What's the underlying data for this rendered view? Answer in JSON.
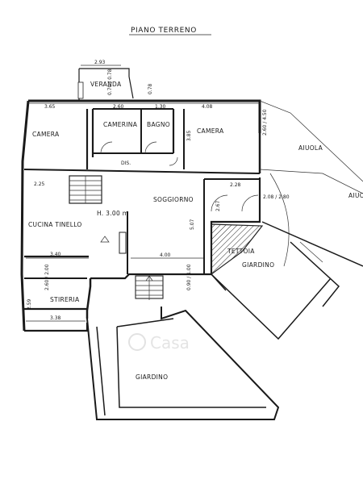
{
  "title": "PIANO TERRENO",
  "watermark": "Casa",
  "rooms": {
    "veranda": "VERANDA",
    "camera_left": "CAMERA",
    "cameretta": "CAMERINA",
    "bagno": "BAGNO",
    "camera_right": "CAMERA",
    "aiuola_1": "AIUOLA",
    "aiuola_2": "AIUO",
    "soggiorno": "SOGGIORNO",
    "cucina": "CUCINA TINELLO",
    "tettoia": "TETTOIA",
    "giardino_1": "GIARDINO",
    "stireria": "STIRERIA",
    "giardino_2": "GIARDINO",
    "disimpegno": "DIS."
  },
  "dimensions": {
    "veranda_width": "2.93",
    "camera_left_width": "3.65",
    "cameretta_width": "2.60",
    "bagno_width": "1.30",
    "camera_right_width": "4.08",
    "camera_right_height": "2.60 / 4.50",
    "camera_right_depth": "3.85",
    "cucina_width": "2.25",
    "cucina_depth": "3.40",
    "ceiling_height": "H. 3.00 m",
    "soggiorno_width": "4.00",
    "soggiorno_depth": "5.07",
    "closet_width": "2.28",
    "closet_depth": "2.67",
    "tettoia_dim": "2.08 / 2.80",
    "stireria_width": "3.38",
    "stireria_depth": "2.60 / 2.00",
    "stireria_side": "2.59",
    "veranda_small_1": "0.70 / 0.78",
    "veranda_small_2": "0.78",
    "stair_dim": "0.90 / 1.00"
  }
}
